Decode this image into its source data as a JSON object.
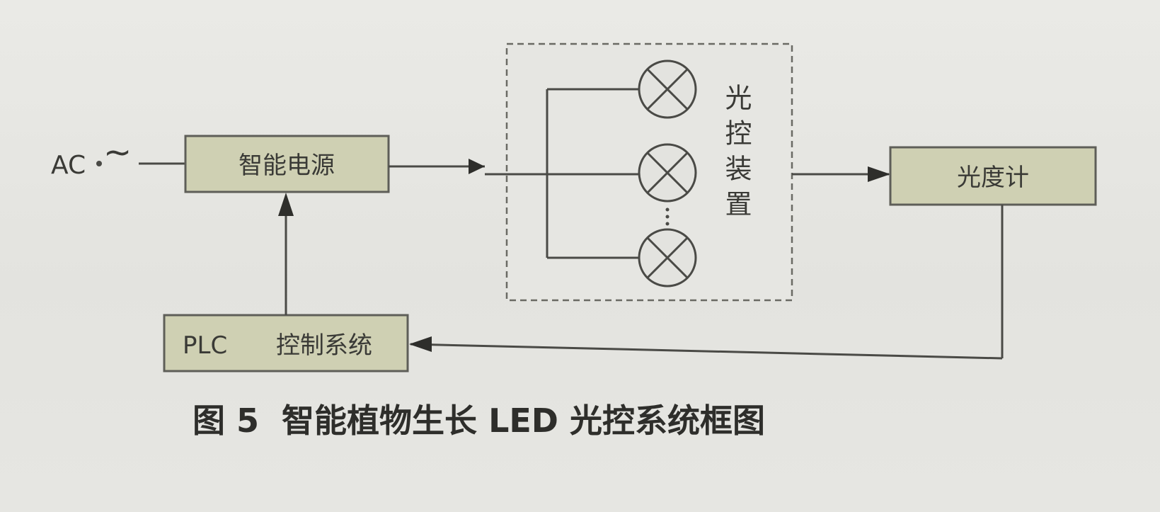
{
  "input": {
    "label": "AC",
    "symbol": "~"
  },
  "blocks": {
    "power_supply": "智能电源",
    "light_control": "光控装置",
    "light_meter": "光度计",
    "plc": {
      "prefix": "PLC",
      "label": "控制系统"
    }
  },
  "caption": "图 5  智能植物生长 LED 光控系统框图"
}
